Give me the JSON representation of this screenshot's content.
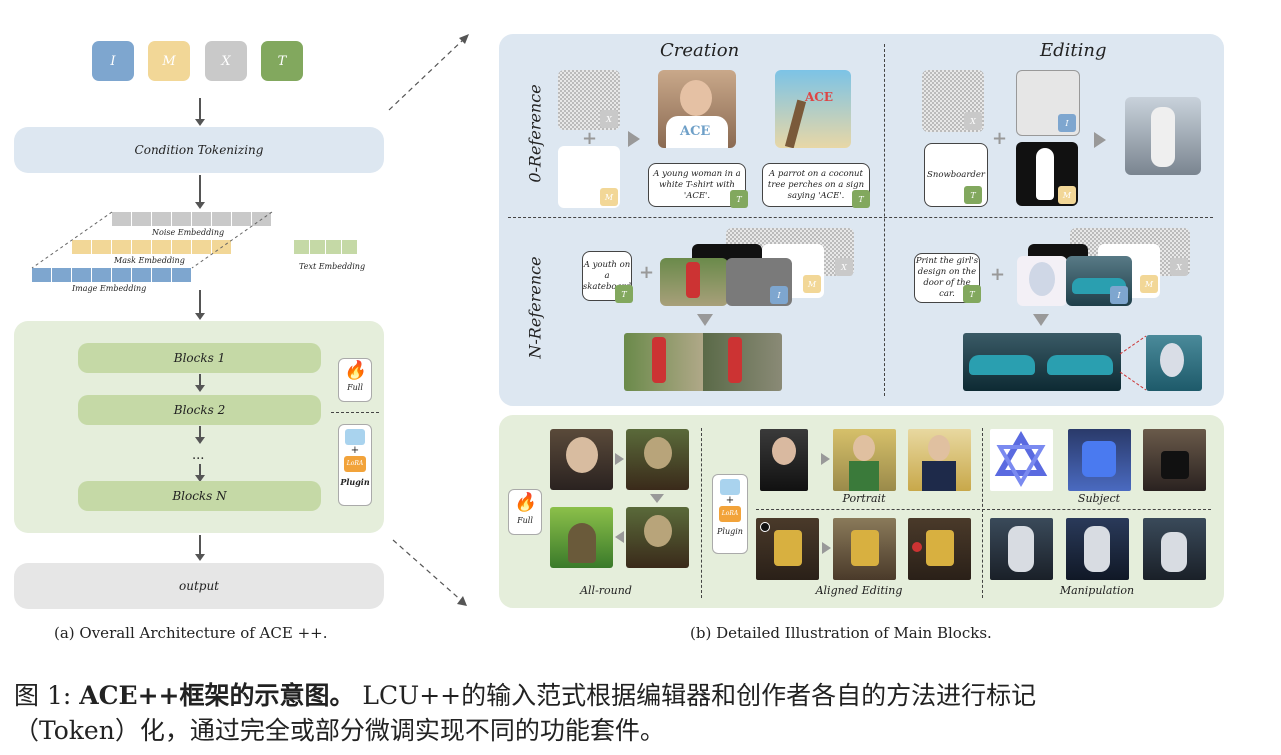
{
  "panel_a": {
    "tokens": [
      "I",
      "M",
      "X",
      "T"
    ],
    "condition_tokenizing": "Condition Tokenizing",
    "noise_embedding": "Noise Embedding",
    "mask_embedding": "Mask Embedding",
    "image_embedding": "Image Embedding",
    "text_embedding": "Text Embedding",
    "blocks": [
      "Blocks 1",
      "Blocks 2",
      "...",
      "Blocks N"
    ],
    "full_label": "Full",
    "plugin_label": "Plugin",
    "lora_label": "LoRA",
    "output": "output",
    "caption": "(a) Overall Architecture of ACE ++."
  },
  "panel_b": {
    "creation": "Creation",
    "editing": "Editing",
    "zero_reference": "0-Reference",
    "n_reference": "N-Reference",
    "text_woman": "A young woman in a white T-shirt with 'ACE'.",
    "text_parrot": "A parrot on a coconut tree perches on a sign saying 'ACE'.",
    "text_snowboarder": "Snowboarder",
    "text_youth": "A youth on a skateboard",
    "text_print": "Print the girl's design on the door of the car.",
    "shirt_text": "ACE",
    "sign_text": "ACE",
    "badge_x": "X",
    "badge_m": "M",
    "badge_t": "T",
    "badge_i": "I",
    "caption": "(b) Detailed Illustration of Main Blocks."
  },
  "panel_c": {
    "full_label": "Full",
    "plugin_label": "Plugin",
    "lora_label": "LoRA",
    "all_round": "All-round",
    "portrait": "Portrait",
    "subject": "Subject",
    "aligned_editing": "Aligned Editing",
    "manipulation": "Manipulation"
  },
  "figure_caption": {
    "line1_prefix": "图 1: ",
    "line1_bold": "ACE++框架的示意图。",
    "line1_rest": " LCU++的输入范式根据编辑器和创作者各自的方法进行标记",
    "line2": "（Token）化，通过完全或部分微调实现不同的功能套件。"
  },
  "colors": {
    "token_i": "#7ea6cf",
    "token_m": "#f2d797",
    "token_x": "#c9c9c9",
    "token_t": "#82a85e",
    "blue_panel": "#dde7f1",
    "green_panel": "#e5eedb",
    "block_green": "#c5d9a6",
    "output_gray": "#e6e6e6"
  }
}
